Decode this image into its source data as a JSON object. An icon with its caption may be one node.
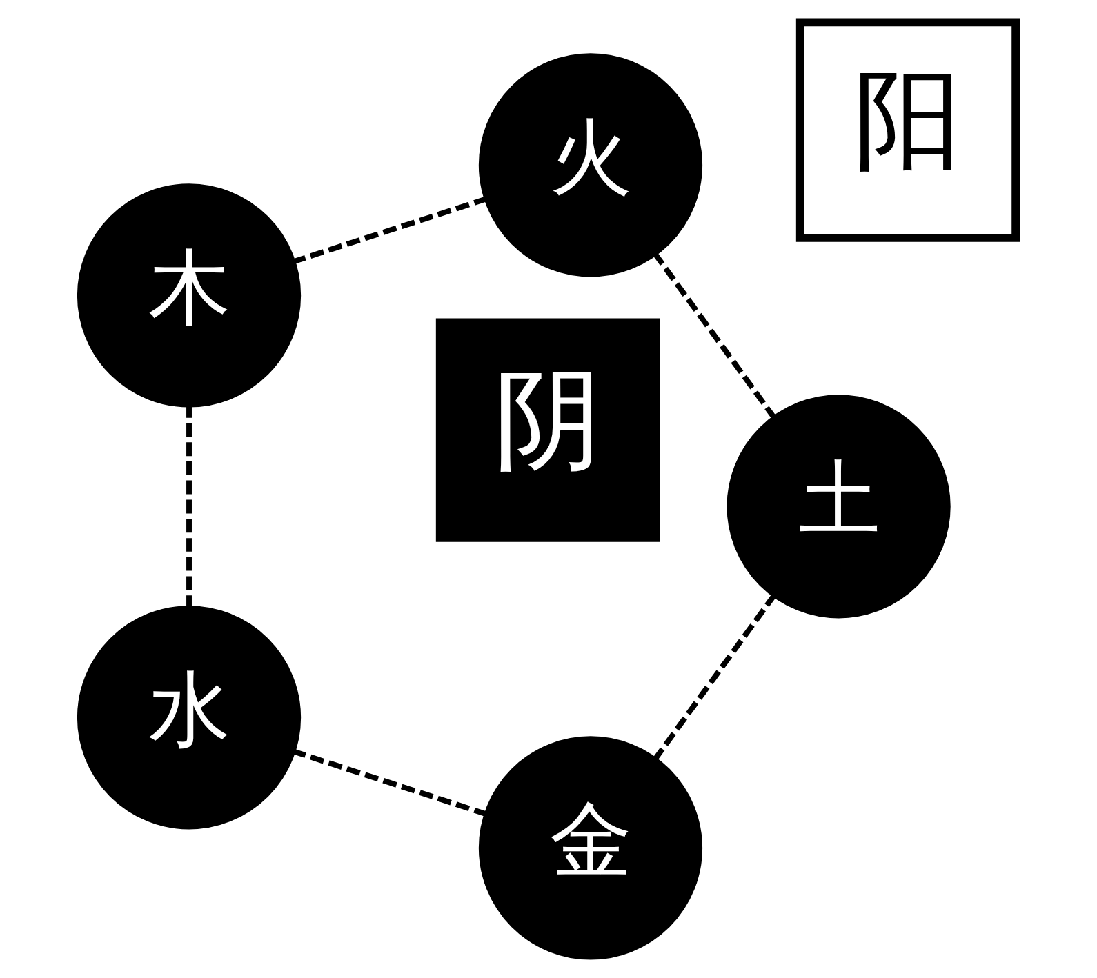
{
  "diagram": {
    "nodes": [
      {
        "text": [
          "阴"
        ]
      },
      {
        "text": [
          "阳"
        ]
      },
      {
        "text": [
          "金"
        ]
      },
      {
        "text": [
          "水"
        ]
      },
      {
        "text": [
          "木"
        ]
      },
      {
        "text": [
          "火"
        ]
      },
      {
        "text": [
          "土"
        ]
      }
    ],
    "edges": [
      {
        "from": 2,
        "to": 3,
        "arrow": "none",
        "style": "dashed"
      },
      {
        "from": 3,
        "to": 4,
        "arrow": "none",
        "style": "dashed"
      },
      {
        "from": 4,
        "to": 5,
        "arrow": "none",
        "style": "dashed"
      },
      {
        "from": 5,
        "to": 6,
        "arrow": "none",
        "style": "dashed"
      },
      {
        "from": 6,
        "to": 2,
        "arrow": "none",
        "style": "dashed"
      }
    ]
  }
}
